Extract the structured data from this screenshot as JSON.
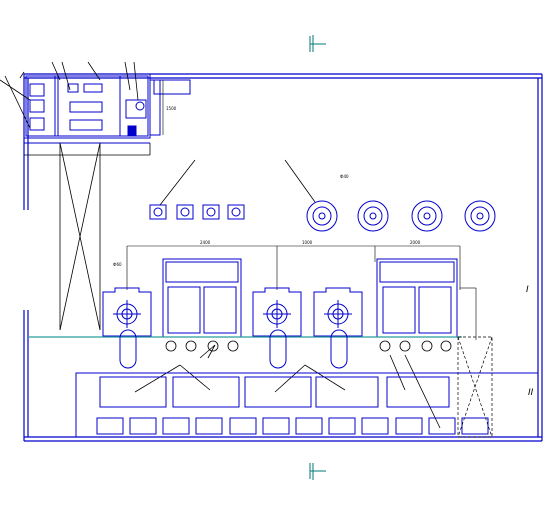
{
  "drawing": {
    "colors": {
      "line": "#0000cc",
      "leader": "#000000",
      "floor_line": "#2a9d9d",
      "accent": "#007a7a",
      "background": "#ffffff"
    },
    "section_marker_label": "I",
    "right_labels": [
      "I",
      "II"
    ],
    "top_dimension": "1500",
    "dim_labels": [
      "2400",
      "1000",
      "2000"
    ],
    "small_tags": [
      "Ф60",
      "Ф40"
    ],
    "legend_box_text": "",
    "bottom_marker_label": "I"
  }
}
